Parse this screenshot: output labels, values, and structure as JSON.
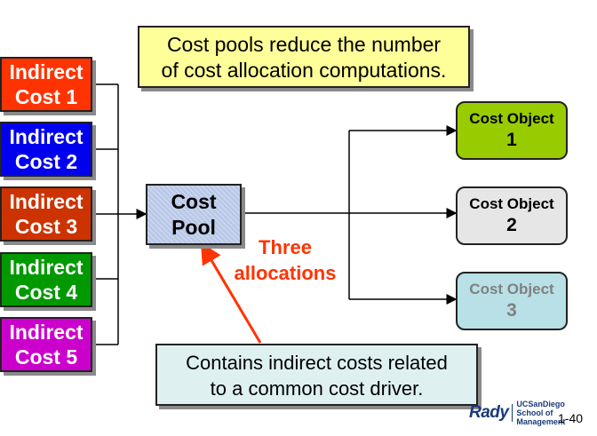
{
  "title_note": {
    "line1": "Cost pools reduce the number",
    "line2": "of cost allocation computations."
  },
  "indirect_costs": [
    {
      "line1": "Indirect",
      "line2": "Cost 1",
      "color": "#ff3300"
    },
    {
      "line1": "Indirect",
      "line2": "Cost 2",
      "color": "#0000ee"
    },
    {
      "line1": "Indirect",
      "line2": "Cost 3",
      "color": "#cc3300"
    },
    {
      "line1": "Indirect",
      "line2": "Cost 4",
      "color": "#009900"
    },
    {
      "line1": "Indirect",
      "line2": "Cost 5",
      "color": "#cc00cc"
    }
  ],
  "cost_pool": {
    "line1": "Cost",
    "line2": "Pool"
  },
  "allocations_label": {
    "line1": "Three",
    "line2": "allocations",
    "color": "#ff3300"
  },
  "cost_objects": [
    {
      "title": "Cost Object",
      "number": "1",
      "fill": "#99cc00",
      "text_color": "#000000"
    },
    {
      "title": "Cost Object",
      "number": "2",
      "fill": "#e6e6e6",
      "text_color": "#000000"
    },
    {
      "title": "Cost Object",
      "number": "3",
      "fill": "#b8e0e6",
      "text_color": "#808080"
    }
  ],
  "callout": {
    "line1": "Contains indirect costs related",
    "line2": "to a common cost driver."
  },
  "footer": {
    "brand": "Rady",
    "school_line1": "UCSanDiego",
    "school_line2": "School of Management",
    "page": "1-40"
  }
}
